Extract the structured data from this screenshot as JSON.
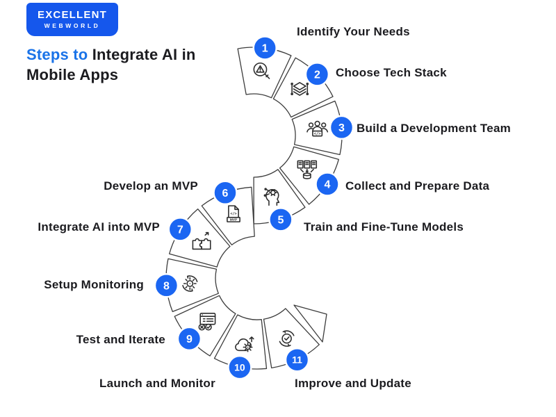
{
  "brand": {
    "line1": "EXCELLENT",
    "line2": "WEBWORLD"
  },
  "title": {
    "accent": "Steps to",
    "rest": " Integrate AI in Mobile Apps"
  },
  "colors": {
    "accent": "#1A73E8",
    "ink": "#1B1B1F",
    "badge": "#1B66F2",
    "logo_bg": "#1557EC",
    "outline": "#3C3C3C"
  },
  "steps": [
    {
      "number": "1",
      "label": "Identify Your Needs",
      "icon": "magnifier-alert"
    },
    {
      "number": "2",
      "label": "Choose Tech Stack",
      "icon": "tech-stack"
    },
    {
      "number": "3",
      "label": "Build a Development Team",
      "icon": "dev-team"
    },
    {
      "number": "4",
      "label": "Collect and Prepare Data",
      "icon": "database-collect"
    },
    {
      "number": "5",
      "label": "Train and Fine-Tune Models",
      "icon": "ai-head"
    },
    {
      "number": "6",
      "label": "Develop an MVP",
      "icon": "mvp-document"
    },
    {
      "number": "7",
      "label": "Integrate AI into MVP",
      "icon": "puzzle"
    },
    {
      "number": "8",
      "label": "Setup Monitoring",
      "icon": "gear-sync"
    },
    {
      "number": "9",
      "label": "Test and Iterate",
      "icon": "test-checklist"
    },
    {
      "number": "10",
      "label": "Launch and Monitor",
      "icon": "cloud-launch"
    },
    {
      "number": "11",
      "label": "Improve and Update",
      "icon": "update-cycle"
    }
  ]
}
